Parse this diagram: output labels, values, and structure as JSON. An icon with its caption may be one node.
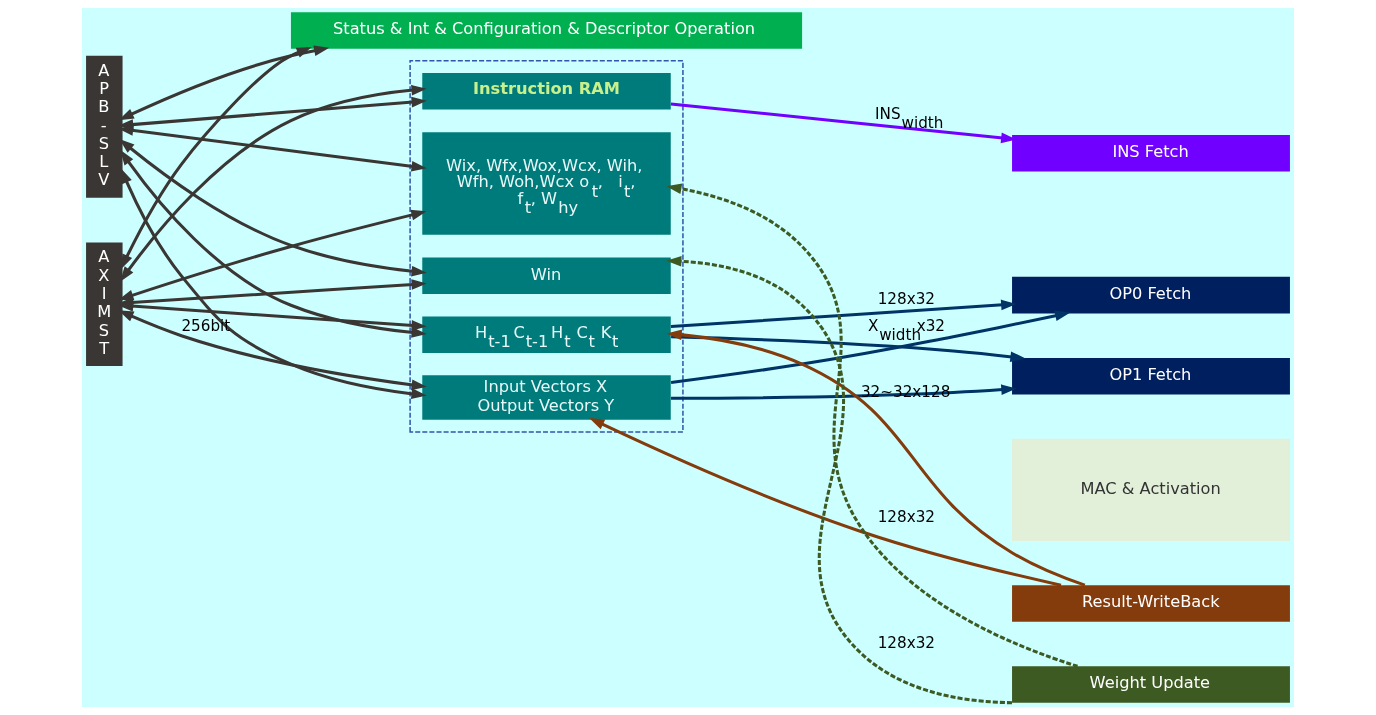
{
  "diagram": {
    "nodes": [
      {
        "text": [
          "APB-SLV"
        ]
      },
      {
        "text": [
          "AXIMST"
        ]
      },
      {
        "text": [
          "Status & Int & Configuration & Descriptor Operation"
        ]
      },
      {
        "text": [],
        "shape": "box"
      },
      {
        "text": [
          "Instruction RAM"
        ],
        "in": 3
      },
      {
        "text": [
          "Wix, Wfx,Wox,Wcx, Wih, Wfh, Woh,Wcx o$_{t}$,   i$_{t}$,   f$_{t}$, W$_{hy}$"
        ],
        "in": 3
      },
      {
        "text": [
          "Win"
        ],
        "in": 3
      },
      {
        "text": [
          "H$_{t-1}$ C$_{t-1}$ H$_{t}$ C$_{t}$ K$_{t}$"
        ],
        "in": 3
      },
      {
        "text": [
          "Input Vectors X Output Vectors Y"
        ],
        "in": 3
      },
      {
        "text": [
          "INS Fetch"
        ]
      },
      {
        "text": [
          "OP0 Fetch"
        ]
      },
      {
        "text": [
          "OP1 Fetch"
        ]
      },
      {
        "text": [
          "MAC & Activation"
        ]
      },
      {
        "text": [
          "Result-WriteBack"
        ]
      },
      {
        "text": [
          "Weight Update"
        ]
      }
    ],
    "edges": [
      {
        "from": 0,
        "to": 2,
        "arrow": "both"
      },
      {
        "from": 0,
        "to": 4,
        "arrow": "both"
      },
      {
        "from": 0,
        "to": 5,
        "arrow": "both"
      },
      {
        "from": 0,
        "to": 6,
        "arrow": "both"
      },
      {
        "from": 0,
        "to": 7,
        "arrow": "both"
      },
      {
        "from": 0,
        "to": 8,
        "arrow": "both"
      },
      {
        "from": 1,
        "to": 2,
        "arrow": "both"
      },
      {
        "from": 1,
        "to": 4,
        "arrow": "both"
      },
      {
        "from": 1,
        "to": 5,
        "arrow": "both"
      },
      {
        "from": 1,
        "to": 6,
        "arrow": "both"
      },
      {
        "from": 1,
        "to": 7,
        "arrow": "both"
      },
      {
        "from": 1,
        "to": 8,
        "arrow": "both",
        "label": "256bit"
      },
      {
        "from": 4,
        "to": 9,
        "arrow": "to",
        "label": "INS$_{width}$",
        "color": "#7000ff"
      },
      {
        "from": 7,
        "to": 10,
        "arrow": "to",
        "label": "128x32",
        "color": "#003366"
      },
      {
        "from": 7,
        "to": 11,
        "arrow": "to",
        "color": "#003366"
      },
      {
        "from": 8,
        "to": 10,
        "arrow": "to",
        "label": "X$_{width}$x32",
        "color": "#003366"
      },
      {
        "from": 8,
        "to": 11,
        "arrow": "to",
        "color": "#003366"
      },
      {
        "from": 14,
        "to": 5,
        "arrow": "to",
        "label": "128x32",
        "style": "dashed",
        "color": "#3d5a22"
      },
      {
        "from": 14,
        "to": 6,
        "arrow": "to",
        "label": "128x32",
        "style": "dashed",
        "color": "#3d5a22"
      },
      {
        "from": 13,
        "to": 7,
        "arrow": "to",
        "label": "32~32x128",
        "color": "#843c0c"
      },
      {
        "from": 13,
        "to": 8,
        "arrow": "to",
        "color": "#843c0c"
      }
    ]
  }
}
